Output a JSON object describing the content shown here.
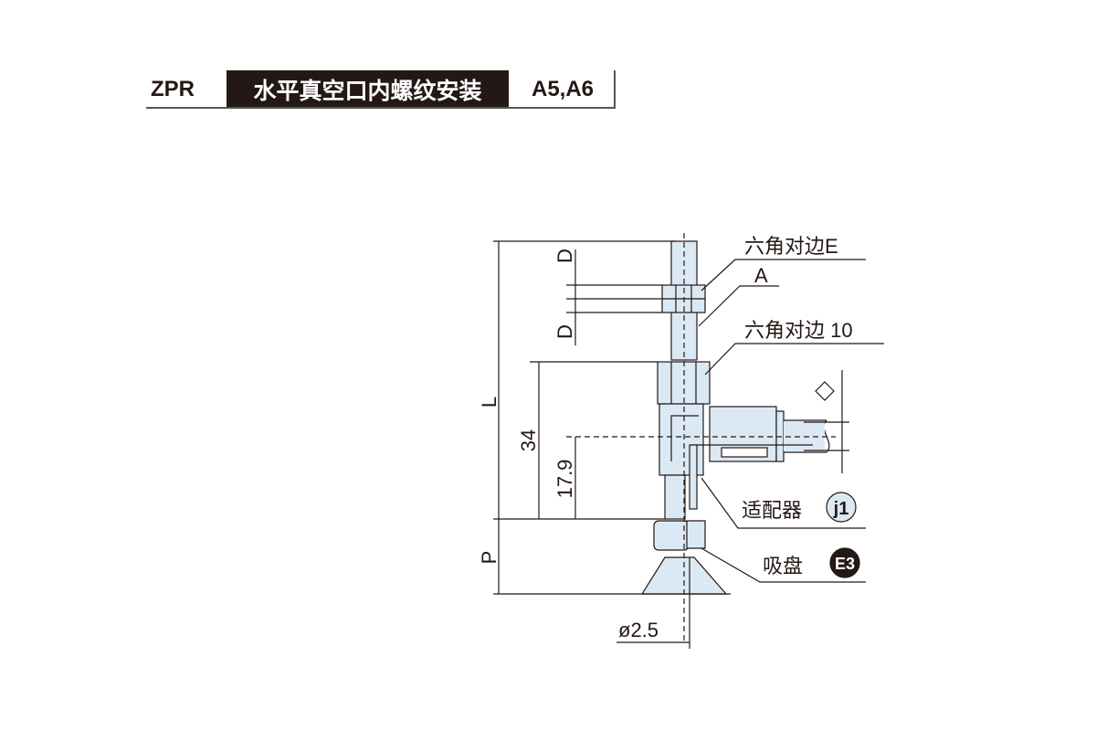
{
  "header": {
    "series": "ZPR",
    "mounting": "水平真空口内螺纹安装",
    "variant": "A5,A6"
  },
  "drawing": {
    "fill_color": "#dbe9f4",
    "line_color": "#231815",
    "labels": {
      "hex_e": "六角对边E",
      "a": "A",
      "hex_10": "六角对边 10",
      "adapter": "适配器",
      "adapter_badge": "j1",
      "pad": "吸盘",
      "pad_badge": "E3"
    },
    "dimensions": {
      "L": "L",
      "d_top": "D",
      "d_bottom": "D",
      "h34": "34",
      "h17_9": "17.9",
      "P": "P",
      "diameter": "ø2.5"
    }
  }
}
